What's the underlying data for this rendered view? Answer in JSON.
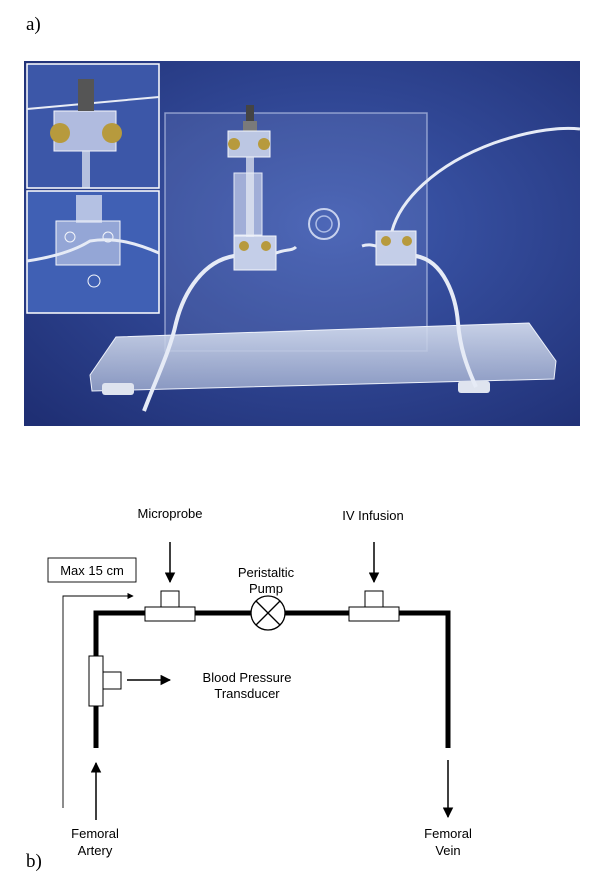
{
  "panels": {
    "a": "a)",
    "b": "b)"
  },
  "diagram": {
    "microprobe": "Microprobe",
    "iv_infusion": "IV Infusion",
    "max_length": "Max 15 cm",
    "peristaltic_line1": "Peristaltic",
    "peristaltic_line2": "Pump",
    "bp_line1": "Blood Pressure",
    "bp_line2": "Transducer",
    "femoral_artery_line1": "Femoral",
    "femoral_artery_line2": "Artery",
    "femoral_vein_line1": "Femoral",
    "femoral_vein_line2": "Vein"
  }
}
